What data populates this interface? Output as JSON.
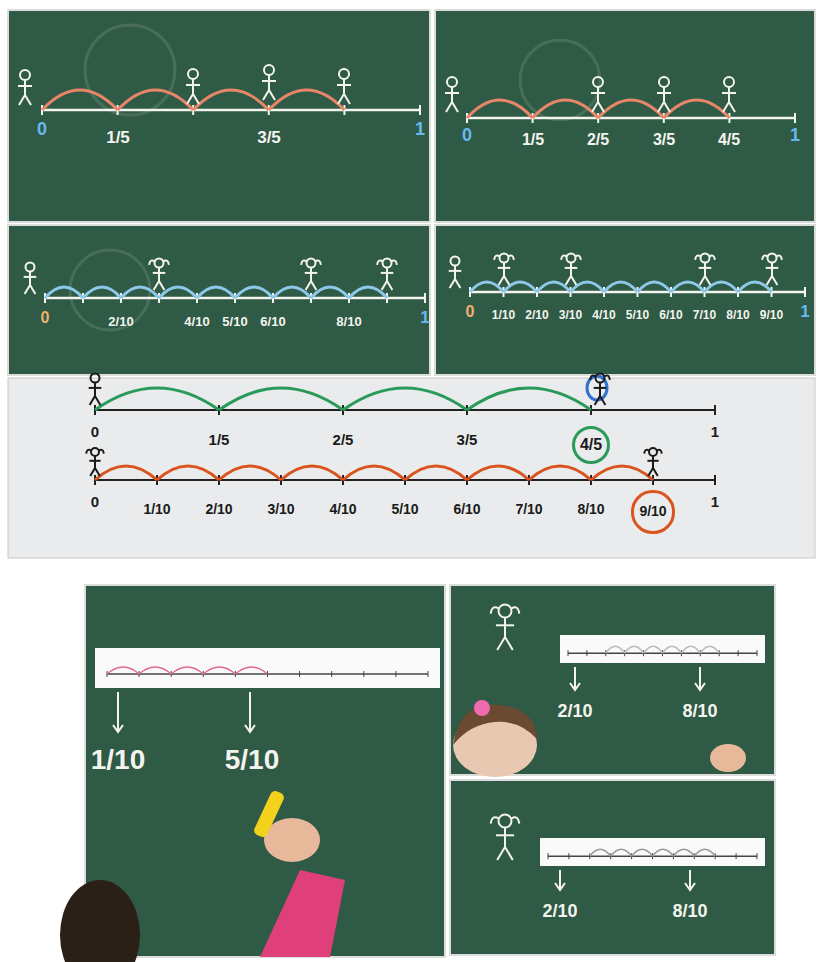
{
  "diagram": {
    "nodes": [
      {
        "text": [
          "4/5"
        ]
      },
      {
        "text": [
          "9/10"
        ]
      }
    ],
    "labels": [
      "0",
      "1/5",
      "3/5",
      "1",
      "0",
      "1/5",
      "2/5",
      "3/5",
      "4/5",
      "1",
      "0",
      "2/10",
      "4/10",
      "5/10",
      "6/10",
      "8/10",
      "1",
      "0",
      "1/10",
      "2/10",
      "3/10",
      "4/10",
      "5/10",
      "6/10",
      "7/10",
      "8/10",
      "9/10",
      "1",
      "0",
      "1/5",
      "2/5",
      "3/5",
      "1",
      "0",
      "1/10",
      "2/10",
      "3/10",
      "4/10",
      "5/10",
      "6/10",
      "7/10",
      "8/10",
      "1",
      "1/10",
      "5/10",
      "2/10",
      "8/10",
      "2/10",
      "8/10"
    ]
  }
}
